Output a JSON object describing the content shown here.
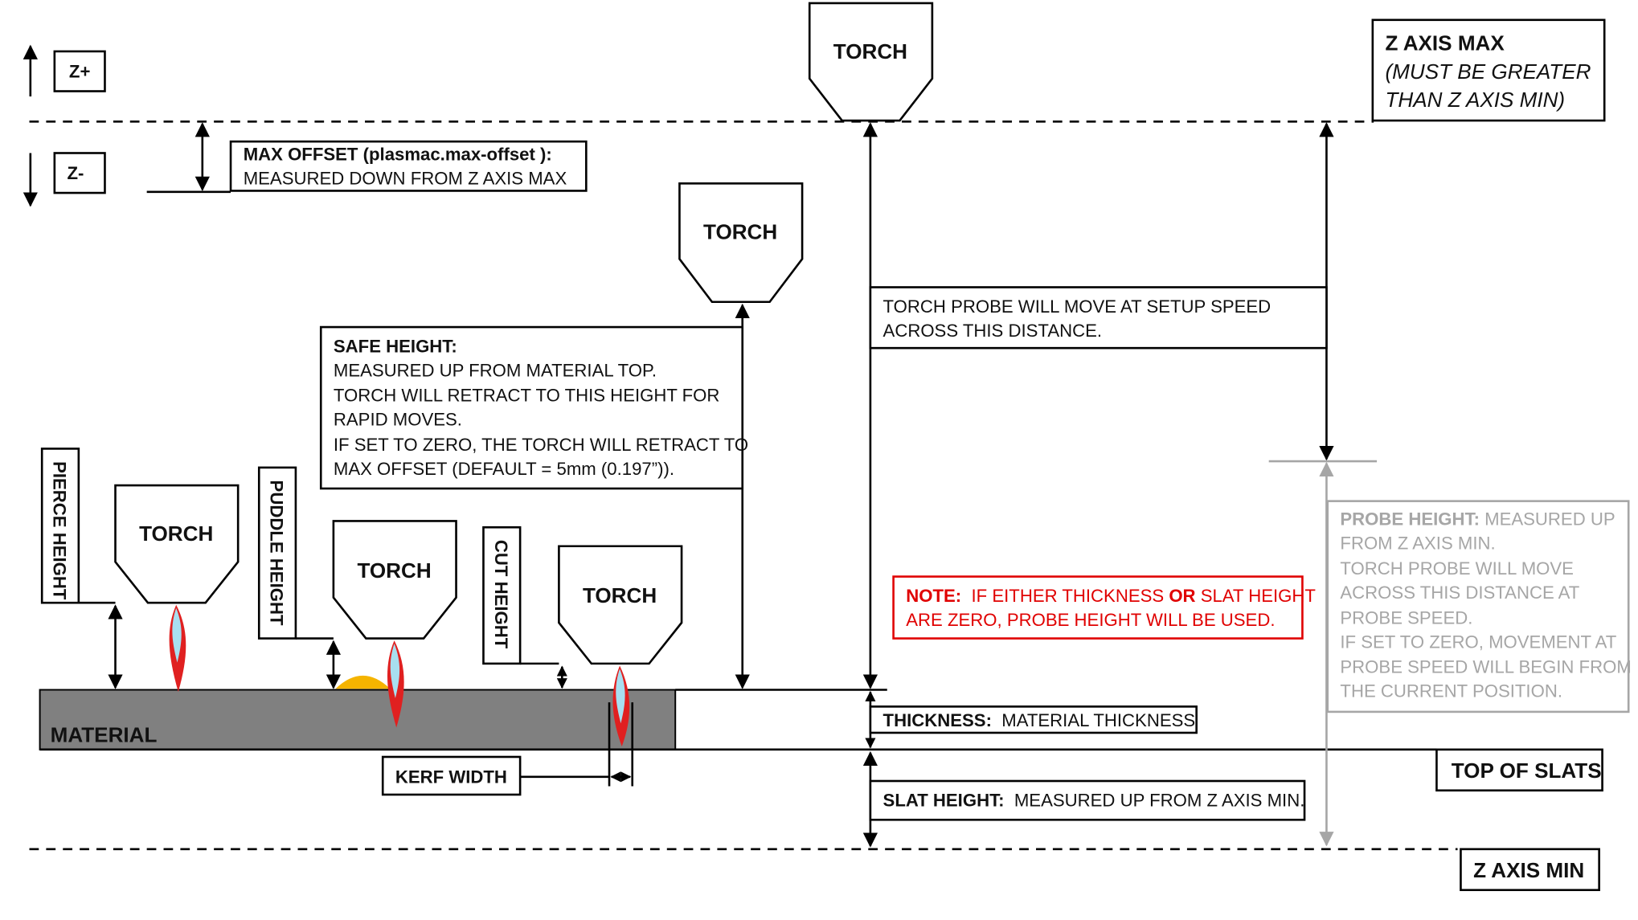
{
  "directions": {
    "up": "Z+",
    "down": "Z-"
  },
  "torch_label": "TORCH",
  "z_axis_max": {
    "title": "Z AXIS MAX",
    "note_line1": "(MUST BE GREATER",
    "note_line2": "THAN Z AXIS MIN)"
  },
  "z_axis_min": "Z AXIS MIN",
  "top_of_slats": "TOP OF SLATS",
  "max_offset": {
    "title": "MAX OFFSET (plasmac.max-offset ):",
    "desc": "MEASURED DOWN FROM Z AXIS MAX"
  },
  "setup_speed": {
    "line1": "TORCH PROBE WILL MOVE AT SETUP SPEED",
    "line2": "ACROSS THIS DISTANCE."
  },
  "safe_height": {
    "title": "SAFE HEIGHT:",
    "lines": [
      "MEASURED UP FROM MATERIAL TOP.",
      "TORCH WILL RETRACT TO THIS HEIGHT FOR",
      "RAPID MOVES.",
      "IF SET TO ZERO, THE TORCH WILL RETRACT TO",
      "MAX OFFSET (DEFAULT = 5mm (0.197”))."
    ]
  },
  "pierce_height": "PIERCE HEIGHT",
  "puddle_height": "PUDDLE HEIGHT",
  "cut_height": "CUT HEIGHT",
  "material": "MATERIAL",
  "kerf_width": "KERF WIDTH",
  "note": {
    "label": "NOTE:",
    "part1": "IF EITHER THICKNESS",
    "emph": "OR",
    "part2": "SLAT HEIGHT",
    "line2": "ARE ZERO, PROBE HEIGHT WILL BE USED."
  },
  "probe_height": {
    "title": "PROBE HEIGHT:",
    "first": "MEASURED UP",
    "lines": [
      "FROM Z AXIS MIN.",
      "TORCH PROBE WILL MOVE",
      "ACROSS THIS DISTANCE AT",
      "PROBE SPEED.",
      "IF SET TO ZERO,  MOVEMENT AT",
      "PROBE SPEED WILL BEGIN FROM",
      "THE CURRENT POSITION."
    ]
  },
  "thickness": {
    "title": "THICKNESS:",
    "desc": "MATERIAL THICKNESS"
  },
  "slat_height": {
    "title": "SLAT HEIGHT:",
    "desc": "MEASURED UP FROM Z AXIS MIN."
  },
  "colors": {
    "material": "#808080",
    "note_red": "#e00000",
    "probe_grey": "#a6a6a6",
    "puddle": "#f5b400",
    "flame_outer": "#e02020",
    "flame_inner": "#a8dff0"
  }
}
